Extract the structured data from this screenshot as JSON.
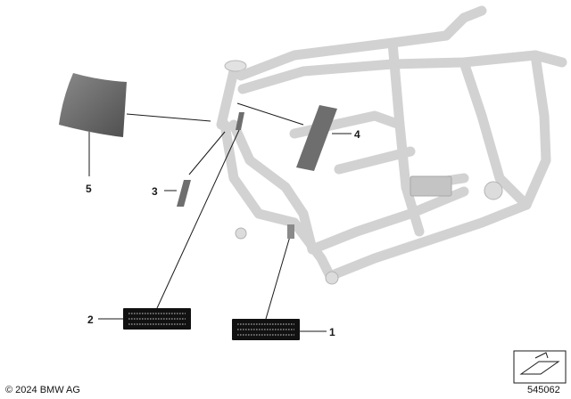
{
  "callouts": [
    {
      "id": "1",
      "label": "1"
    },
    {
      "id": "2",
      "label": "2"
    },
    {
      "id": "3",
      "label": "3"
    },
    {
      "id": "4",
      "label": "4"
    },
    {
      "id": "5",
      "label": "5"
    }
  ],
  "footer": {
    "copyright": "© 2024 BMW AG",
    "reference_number": "545062"
  },
  "colors": {
    "frame": "#d2d2d2",
    "part_dark": "#6e6e6e",
    "leader": "#1a1a1a"
  },
  "icons": [
    "label-sticker-icon",
    "reference-arrow-icon"
  ]
}
